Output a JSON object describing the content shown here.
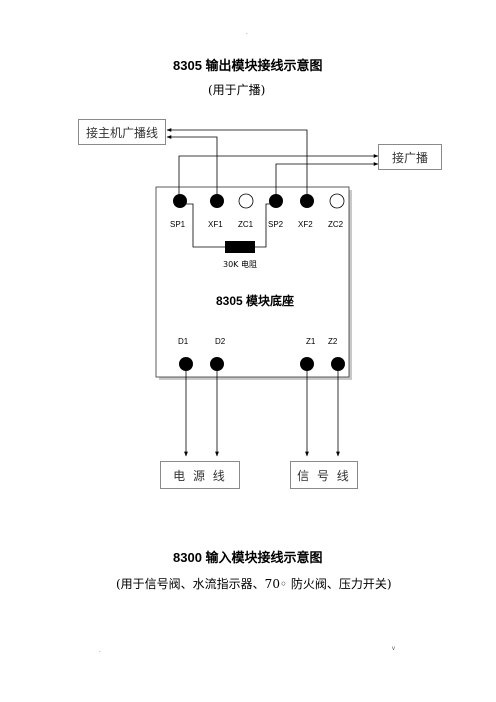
{
  "page": {
    "top_mark": ".",
    "bottom_left_mark": ".",
    "bottom_right_mark": "v"
  },
  "diagram1": {
    "title": "8305 输出模块接线示意图",
    "subtitle": "(用于广播)",
    "host_broadcast_label": "接主机广播线",
    "broadcast_label": "接广播",
    "base_label": "8305 模块底座",
    "resistor_label": "30K 电阻",
    "power_label": "电 源 线",
    "signal_label": "信 号 线",
    "top_terminals": [
      "SP1",
      "XF1",
      "ZC1",
      "SP2",
      "XF2",
      "ZC2"
    ],
    "bottom_terminals": [
      "D1",
      "D2",
      "Z1",
      "Z2"
    ]
  },
  "diagram2": {
    "title": "8300 输入模块接线示意图",
    "subtitle": "(用于信号阀、水流指示器、70◦ 防火阀、压力开关)"
  }
}
